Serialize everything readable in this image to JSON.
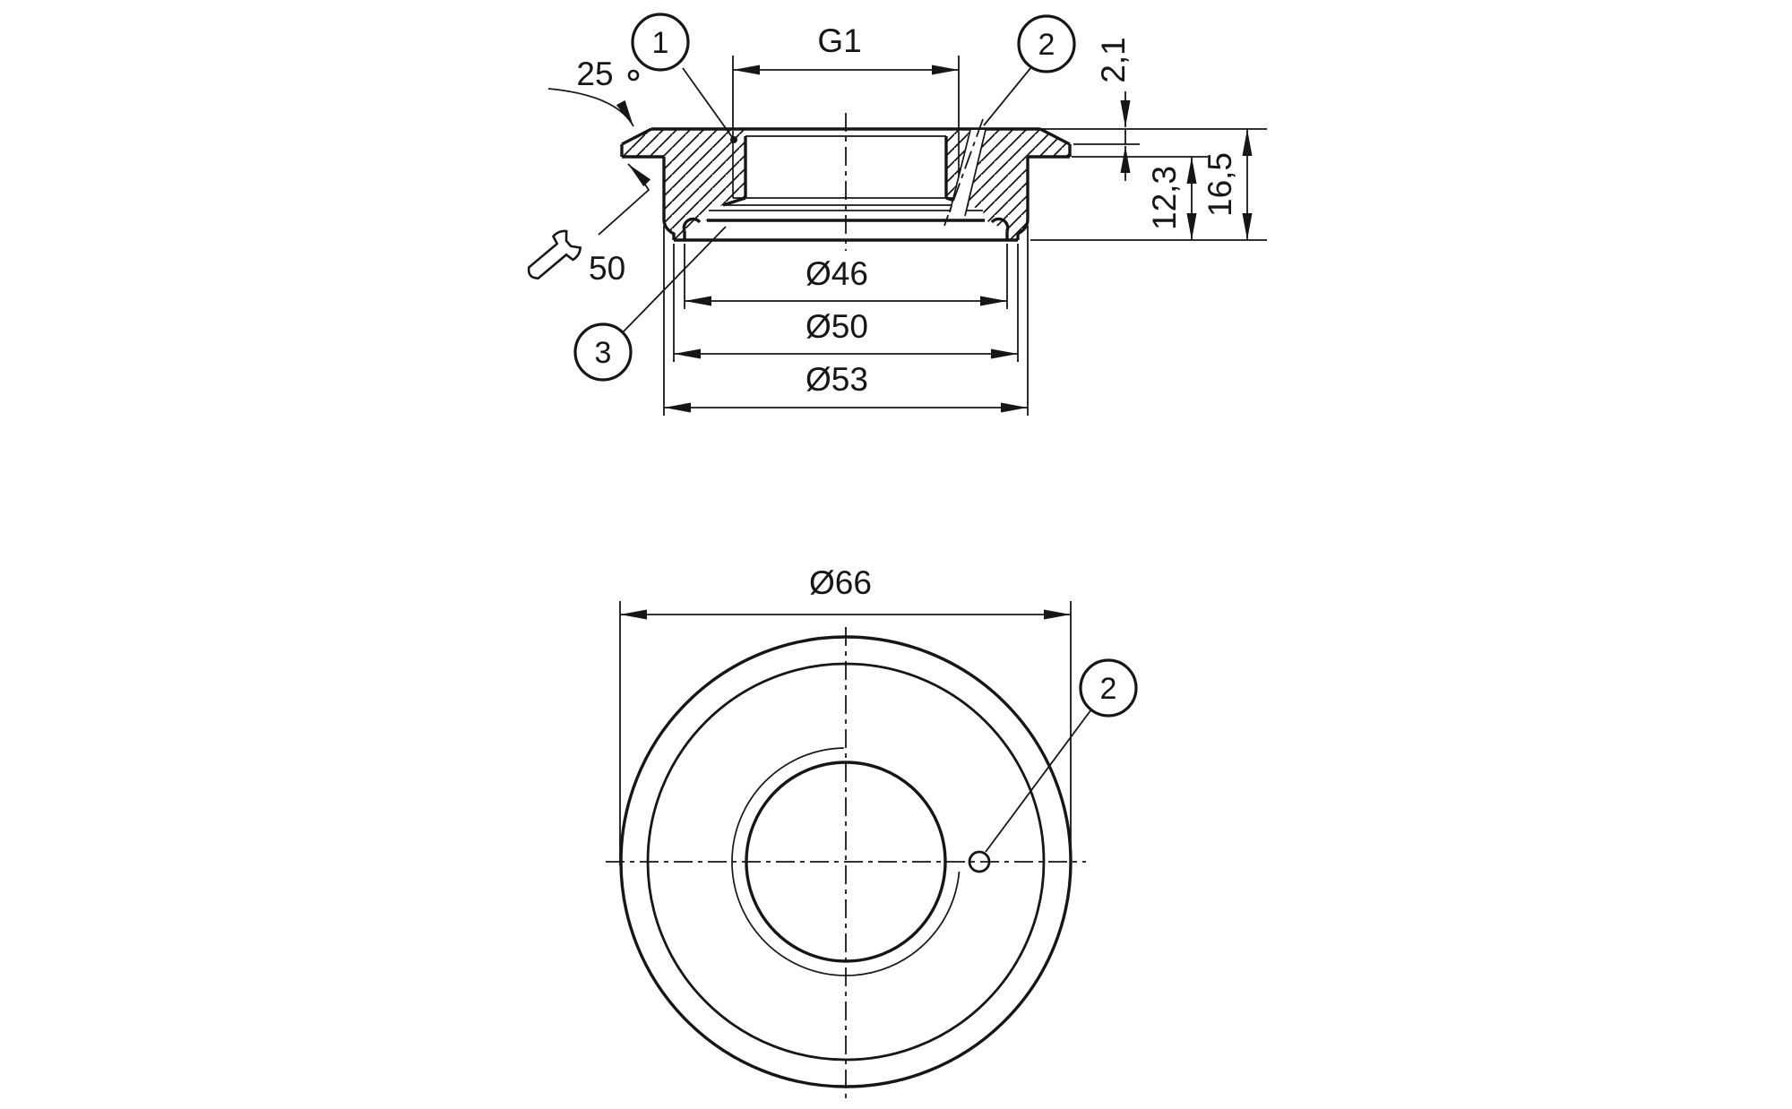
{
  "drawing": {
    "kind": "dimensional technical drawing, weld-in threaded adapter, section and plan view",
    "line_color": "#161616",
    "background": "#ffffff"
  },
  "section_view": {
    "thread_size": "G1",
    "chamfer_angle": "25",
    "chamfer_angle_unit": "°",
    "wrench_size": "50",
    "collar_height": "2,1",
    "mount_depth": "12,3",
    "total_height": "16,5",
    "inner_diameter": "Ø46",
    "weld_end_diameter": "Ø50",
    "body_diameter": "Ø53",
    "callout_thread": "1",
    "callout_vent_hole": "2",
    "callout_seal": "3"
  },
  "plan_view": {
    "flange_diameter": "Ø66",
    "callout_vent_hole": "2"
  }
}
